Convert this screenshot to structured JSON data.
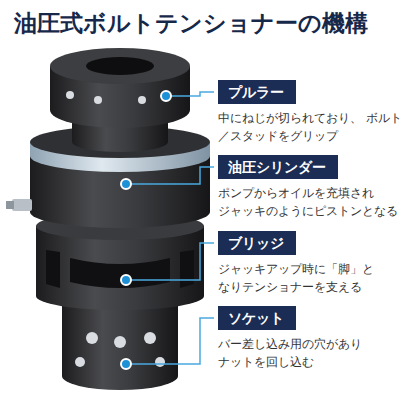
{
  "diagram": {
    "title": "油圧式ボルトテンショナーの機構",
    "nodes": [
      {
        "text": [
          "プルラー",
          "中にねじが切られており、 ボルト／スタッドをグリップ"
        ]
      },
      {
        "text": [
          "油圧シリンダー",
          "ポンプからオイルを充填され ジャッキのようにピストンとなる"
        ]
      },
      {
        "text": [
          "ブリッジ",
          "ジャッキアップ時に「脚」と なりテンショナーを支える"
        ]
      },
      {
        "text": [
          "ソケット",
          "バー差し込み用の穴があり ナットを回し込む"
        ]
      }
    ]
  }
}
